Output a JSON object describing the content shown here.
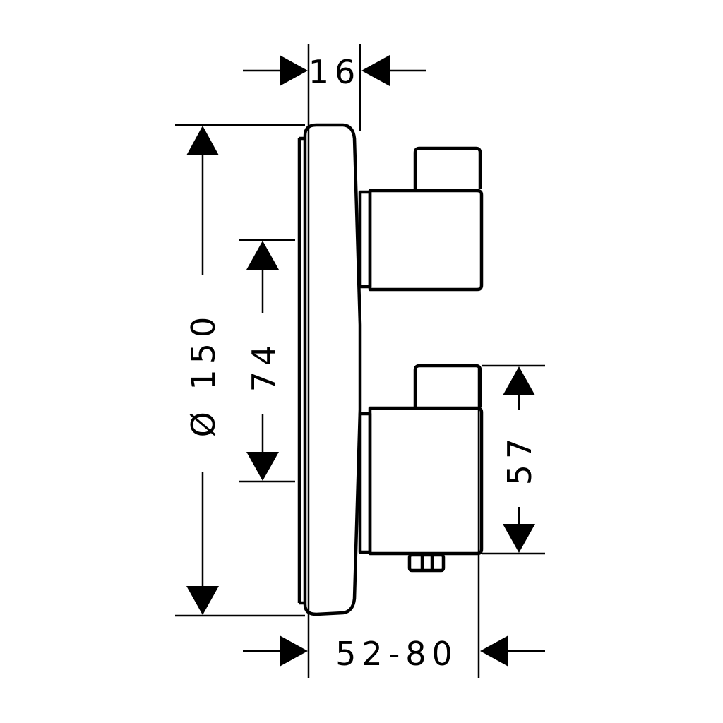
{
  "dimensions": {
    "depth_top": "16",
    "diameter": "Ø 150",
    "height_74": "74",
    "handle_57": "57",
    "projection": "52-80"
  }
}
